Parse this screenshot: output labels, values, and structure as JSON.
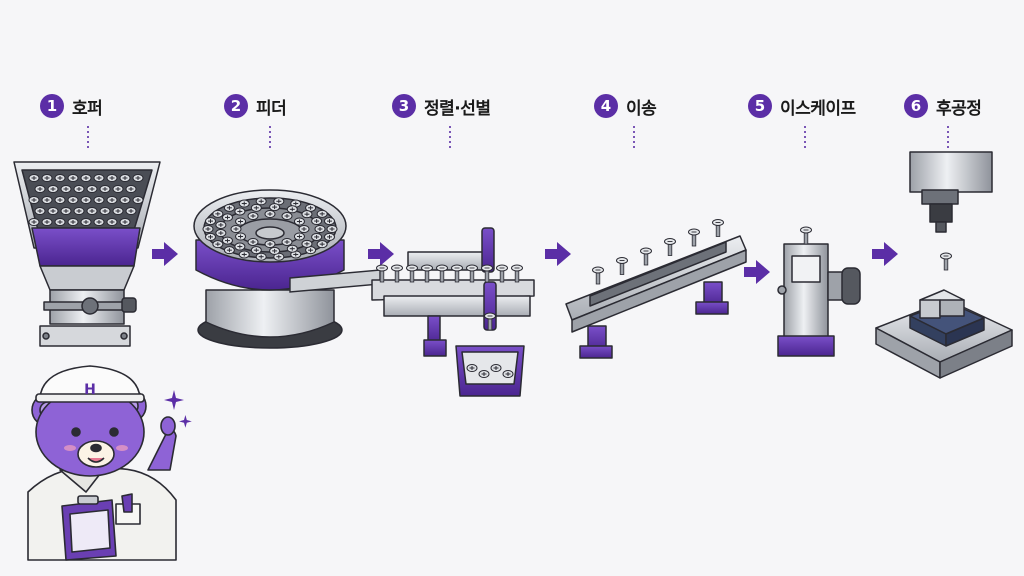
{
  "steps": [
    {
      "num": "1",
      "label": "호퍼"
    },
    {
      "num": "2",
      "label": "피더"
    },
    {
      "num": "3",
      "label": "정렬·선별"
    },
    {
      "num": "4",
      "label": "이송"
    },
    {
      "num": "5",
      "label": "이스케이프"
    },
    {
      "num": "6",
      "label": "후공정"
    }
  ],
  "mascot": {
    "helmet_letter": "H"
  },
  "colors": {
    "accent": "#5b2ea6",
    "metal": "#b9bcc2",
    "metal_dark": "#7c8088",
    "metal_light": "#e3e5e8",
    "outline": "#2b2b33"
  }
}
